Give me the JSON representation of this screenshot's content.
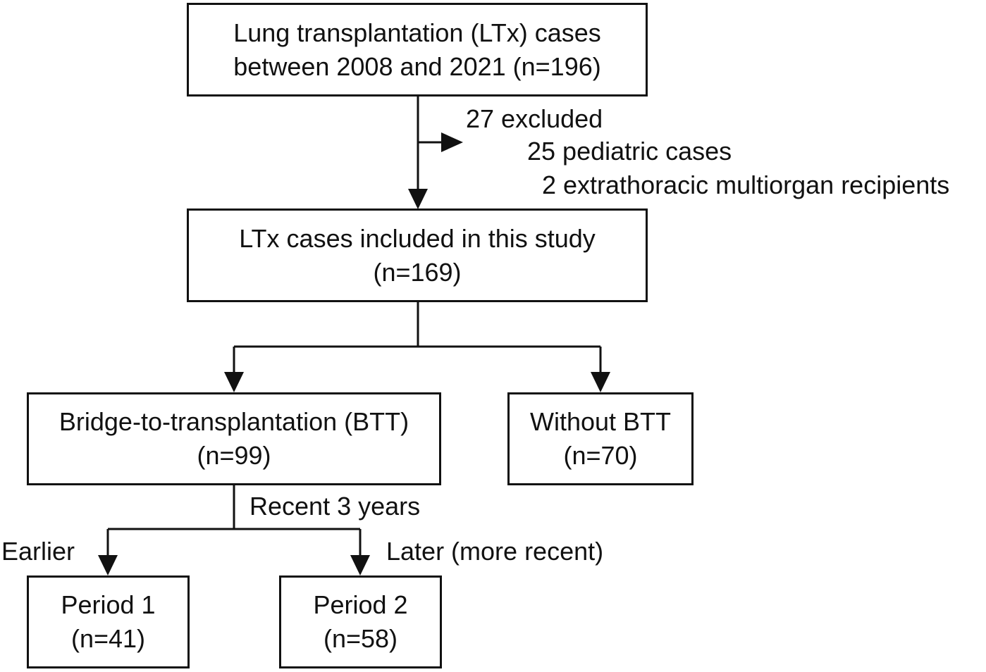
{
  "boxes": {
    "all_cases": {
      "line1": "Lung transplantation (LTx) cases",
      "line2": "between 2008 and 2021 (n=196)"
    },
    "included": {
      "line1": "LTx cases included in this study",
      "line2": "(n=169)"
    },
    "btt": {
      "line1": "Bridge-to-transplantation (BTT)",
      "line2": "(n=99)"
    },
    "without_btt": {
      "line1": "Without BTT",
      "line2": "(n=70)"
    },
    "period1": {
      "line1": "Period 1",
      "line2": "(n=41)"
    },
    "period2": {
      "line1": "Period 2",
      "line2": "(n=58)"
    }
  },
  "exclusion": {
    "title": "27 excluded",
    "reason1": "25 pediatric cases",
    "reason2": "2 extrathoracic multiorgan recipients"
  },
  "split_labels": {
    "recent": "Recent 3 years",
    "earlier": "Earlier",
    "later": "Later (more recent)"
  }
}
